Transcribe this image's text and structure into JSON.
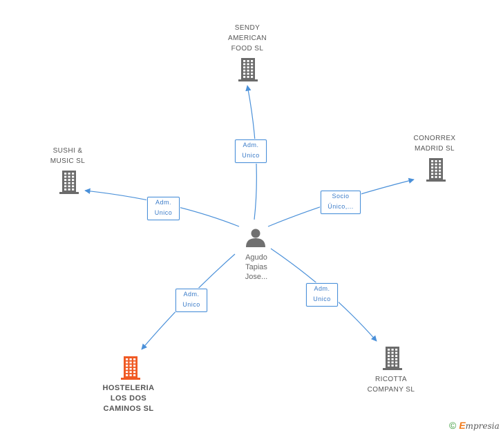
{
  "center": {
    "label": "Agudo\nTapias\nJose...",
    "icon": "person-icon"
  },
  "companies": [
    {
      "id": "sendy",
      "label": "SENDY\nAMERICAN\nFOOD SL",
      "icon": "building-icon",
      "color": "#6b6b6b",
      "highlight": false
    },
    {
      "id": "sushi",
      "label": "SUSHI &\nMUSIC SL",
      "icon": "building-icon",
      "color": "#6b6b6b",
      "highlight": false
    },
    {
      "id": "conorrex",
      "label": "CONORREX\nMADRID  SL",
      "icon": "building-icon",
      "color": "#6b6b6b",
      "highlight": false
    },
    {
      "id": "hosteleria",
      "label": "HOSTELERIA\nLOS DOS\nCAMINOS SL",
      "icon": "building-icon",
      "color": "#f05a24",
      "highlight": true
    },
    {
      "id": "ricotta",
      "label": "RICOTTA\nCOMPANY SL",
      "icon": "building-icon",
      "color": "#6b6b6b",
      "highlight": false
    }
  ],
  "relations": [
    {
      "to": "sendy",
      "label": "Adm.\nUnico"
    },
    {
      "to": "sushi",
      "label": "Adm.\nUnico"
    },
    {
      "to": "conorrex",
      "label": "Socio\nÚnico,..."
    },
    {
      "to": "hosteleria",
      "label": "Adm.\nUnico"
    },
    {
      "to": "ricotta",
      "label": "Adm.\nUnico"
    }
  ],
  "footer": {
    "copyright": "©",
    "brand_first": "E",
    "brand_rest": "mpresia"
  },
  "colors": {
    "edge": "#4a90d9",
    "building": "#6b6b6b",
    "building_highlight": "#f05a24",
    "person": "#707070"
  }
}
